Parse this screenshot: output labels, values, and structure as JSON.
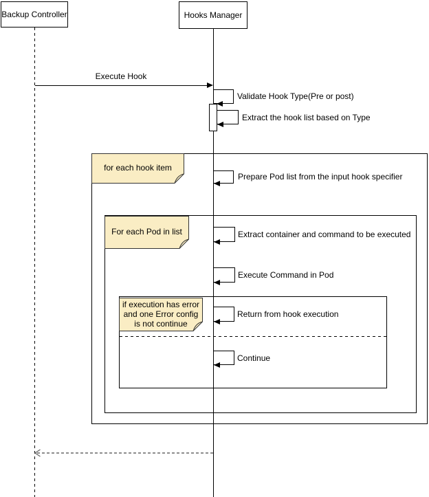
{
  "actors": [
    {
      "name": "Backup Controller"
    },
    {
      "name": "Hooks Manager"
    }
  ],
  "messages": [
    {
      "label": "Execute Hook",
      "kind": "sync",
      "from": "Backup Controller",
      "to": "Hooks Manager"
    },
    {
      "label": "Validate Hook Type(Pre or post)",
      "kind": "self",
      "on": "Hooks Manager"
    },
    {
      "label": "Extract the hook list based on Type",
      "kind": "self",
      "on": "Hooks Manager"
    },
    {
      "label": "Prepare Pod list from the input hook specifier",
      "kind": "self",
      "on": "Hooks Manager"
    },
    {
      "label": "Extract container and command to be executed",
      "kind": "self",
      "on": "Hooks Manager"
    },
    {
      "label": "Execute Command in Pod",
      "kind": "self",
      "on": "Hooks Manager"
    },
    {
      "label": "Return from hook execution",
      "kind": "self",
      "on": "Hooks Manager"
    },
    {
      "label": "Continue",
      "kind": "self",
      "on": "Hooks Manager"
    },
    {
      "label": "",
      "kind": "dashed-return",
      "from": "Hooks Manager",
      "to": "Backup Controller"
    }
  ],
  "fragments": [
    {
      "label": "for each hook item"
    },
    {
      "label": "For each Pod in list"
    },
    {
      "lines": [
        "if execution has error",
        "and one Error config",
        "is not continue"
      ]
    }
  ],
  "colors": {
    "note_fill": "#FAEDC4",
    "note_border": "#333333",
    "line": "#000000",
    "return_arrow": "#8C8C8C",
    "background": "#FFFFFF"
  }
}
